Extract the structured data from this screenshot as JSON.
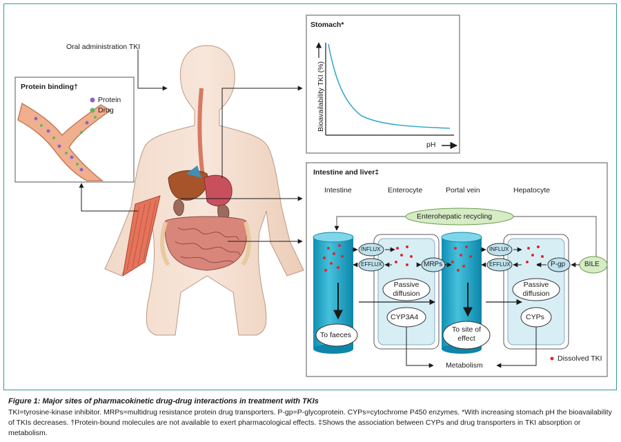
{
  "oral_administration": "Oral administration TKI",
  "protein_binding": {
    "title": "Protein binding†",
    "legend": [
      {
        "label": "Protein",
        "color": "#8a63c9"
      },
      {
        "label": "Drug",
        "color": "#5cb85c"
      }
    ]
  },
  "stomach": {
    "title": "Stomach*",
    "ylabel": "Bioavailability TKI (%)",
    "xlabel": "pH"
  },
  "intestine_liver": {
    "title": "Intestine and liver‡",
    "columns": [
      "Intestine",
      "Enterocyte",
      "Portal vein",
      "Hepatocyte"
    ],
    "enterohepatic": "Enterohepatic recycling",
    "influx": "INFLUX",
    "efflux": "EFFLUX",
    "mrps": "MRPs",
    "pgp": "P-gp",
    "bile": "BILE",
    "passive_diffusion": "Passive diffusion",
    "cyp3a4": "CYP3A4",
    "cyps": "CYPs",
    "to_faeces": "To faeces",
    "to_site_of_effect": "To site of effect",
    "metabolism": "Metabolism",
    "dissolved_tki": "Dissolved TKI"
  },
  "colors": {
    "frame": "#2f9c8e",
    "cylinder": "#1ea7c6",
    "oval": "#bfe3ee",
    "ellipse_green": "#d6ecc4",
    "dots": "#e0262b",
    "curve": "#3aa8cf"
  },
  "caption": {
    "title": "Figure 1: Major sites of pharmacokinetic drug-drug interactions in treatment with TKIs",
    "body": "TKI=tyrosine-kinase inhibitor. MRPs=multidrug resistance protein drug transporters. P-gp=P-glycoprotein. CYPs=cytochrome P450 enzymes. *With increasing stomach pH the bioavailability of TKIs decreases. †Protein-bound molecules are not available to exert pharmacological effects. ‡Shows the association between CYPs and drug transporters in TKI absorption or metabolism."
  }
}
